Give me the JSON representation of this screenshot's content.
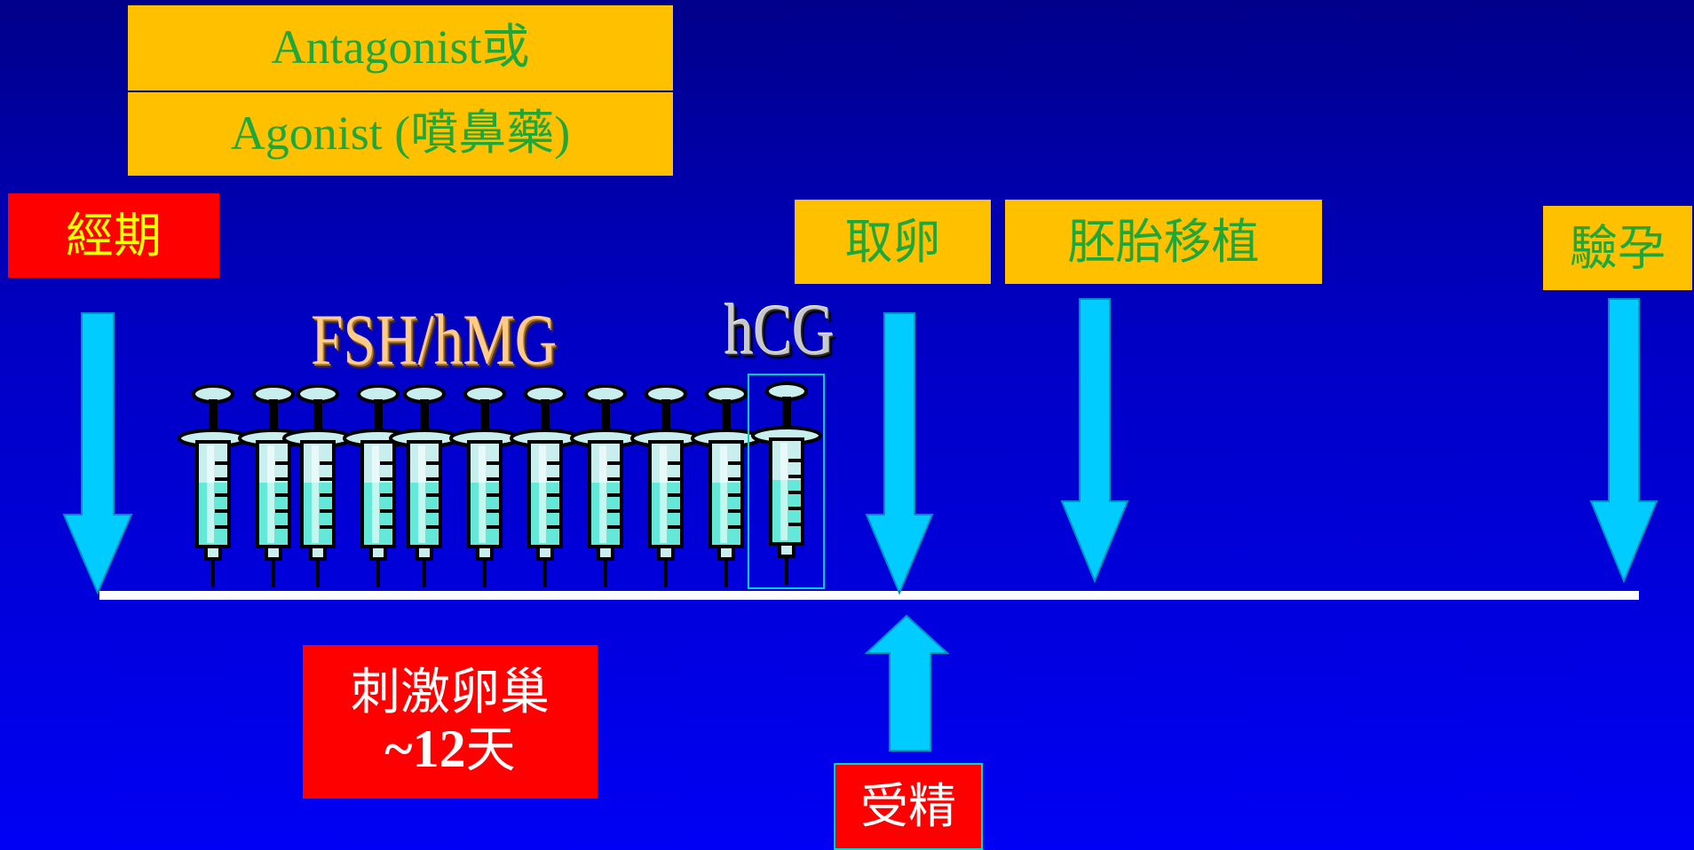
{
  "colors": {
    "arrow": "#00ccff",
    "arrow_edge": "#0090c0",
    "timeline": "#ffffff",
    "box_yellow": "#ffc000",
    "text_green": "#1ea83a",
    "box_red": "#ff0000",
    "syringe_liquid": "#66e8d8",
    "syringe_barrel": "#c8eeee",
    "syringe_black": "#000000"
  },
  "drug_box": {
    "line1": "Antagonist或",
    "line2": "Agonist (噴鼻藥)"
  },
  "labels": {
    "period": "經期",
    "retrieval": "取卵",
    "transfer": "胚胎移植",
    "pregnancy_test": "驗孕",
    "fertilization": "受精",
    "stimulation_line1": "刺激卵巢",
    "stimulation_line2_num": "~12",
    "stimulation_line2_unit": "天"
  },
  "injections": {
    "fsh_label": "FSH/hMG",
    "hcg_label": "hCG",
    "fsh_count": 10,
    "hcg_count": 1,
    "icon": "syringe-icon"
  },
  "arrows": [
    {
      "name": "period-arrow",
      "direction": "down",
      "icon": "down-arrow-icon"
    },
    {
      "name": "retrieval-arrow",
      "direction": "down",
      "icon": "down-arrow-icon"
    },
    {
      "name": "transfer-arrow",
      "direction": "down",
      "icon": "down-arrow-icon"
    },
    {
      "name": "pregnancy-arrow",
      "direction": "down",
      "icon": "down-arrow-icon"
    },
    {
      "name": "fertilization-arrow",
      "direction": "up",
      "icon": "up-arrow-icon"
    }
  ]
}
